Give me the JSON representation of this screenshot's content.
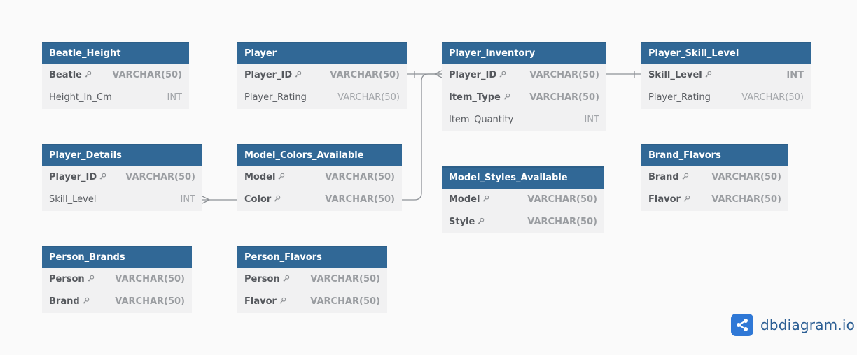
{
  "brand": {
    "name": "dbdiagram.io",
    "accent": "#2f78d6"
  },
  "colors": {
    "header": "#316896",
    "body": "#f1f1f2",
    "line": "#8e9297"
  },
  "icons": {
    "primary_key": "key-icon"
  },
  "tables": {
    "beatle_height": {
      "name": "Beatle_Height",
      "columns": [
        {
          "name": "Beatle",
          "type": "VARCHAR(50)",
          "pk": true
        },
        {
          "name": "Height_In_Cm",
          "type": "INT",
          "pk": false
        }
      ]
    },
    "player": {
      "name": "Player",
      "columns": [
        {
          "name": "Player_ID",
          "type": "VARCHAR(50)",
          "pk": true
        },
        {
          "name": "Player_Rating",
          "type": "VARCHAR(50)",
          "pk": false
        }
      ]
    },
    "player_inventory": {
      "name": "Player_Inventory",
      "columns": [
        {
          "name": "Player_ID",
          "type": "VARCHAR(50)",
          "pk": true
        },
        {
          "name": "Item_Type",
          "type": "VARCHAR(50)",
          "pk": true
        },
        {
          "name": "Item_Quantity",
          "type": "INT",
          "pk": false
        }
      ]
    },
    "player_skill_level": {
      "name": "Player_Skill_Level",
      "columns": [
        {
          "name": "Skill_Level",
          "type": "INT",
          "pk": true
        },
        {
          "name": "Player_Rating",
          "type": "VARCHAR(50)",
          "pk": false
        }
      ]
    },
    "player_details": {
      "name": "Player_Details",
      "columns": [
        {
          "name": "Player_ID",
          "type": "VARCHAR(50)",
          "pk": true
        },
        {
          "name": "Skill_Level",
          "type": "INT",
          "pk": false
        }
      ]
    },
    "model_colors_available": {
      "name": "Model_Colors_Available",
      "columns": [
        {
          "name": "Model",
          "type": "VARCHAR(50)",
          "pk": true
        },
        {
          "name": "Color",
          "type": "VARCHAR(50)",
          "pk": true
        }
      ]
    },
    "model_styles_available": {
      "name": "Model_Styles_Available",
      "columns": [
        {
          "name": "Model",
          "type": "VARCHAR(50)",
          "pk": true
        },
        {
          "name": "Style",
          "type": "VARCHAR(50)",
          "pk": true
        }
      ]
    },
    "brand_flavors": {
      "name": "Brand_Flavors",
      "columns": [
        {
          "name": "Brand",
          "type": "VARCHAR(50)",
          "pk": true
        },
        {
          "name": "Flavor",
          "type": "VARCHAR(50)",
          "pk": true
        }
      ]
    },
    "person_brands": {
      "name": "Person_Brands",
      "columns": [
        {
          "name": "Person",
          "type": "VARCHAR(50)",
          "pk": true
        },
        {
          "name": "Brand",
          "type": "VARCHAR(50)",
          "pk": true
        }
      ]
    },
    "person_flavors": {
      "name": "Person_Flavors",
      "columns": [
        {
          "name": "Person",
          "type": "VARCHAR(50)",
          "pk": true
        },
        {
          "name": "Flavor",
          "type": "VARCHAR(50)",
          "pk": true
        }
      ]
    }
  }
}
